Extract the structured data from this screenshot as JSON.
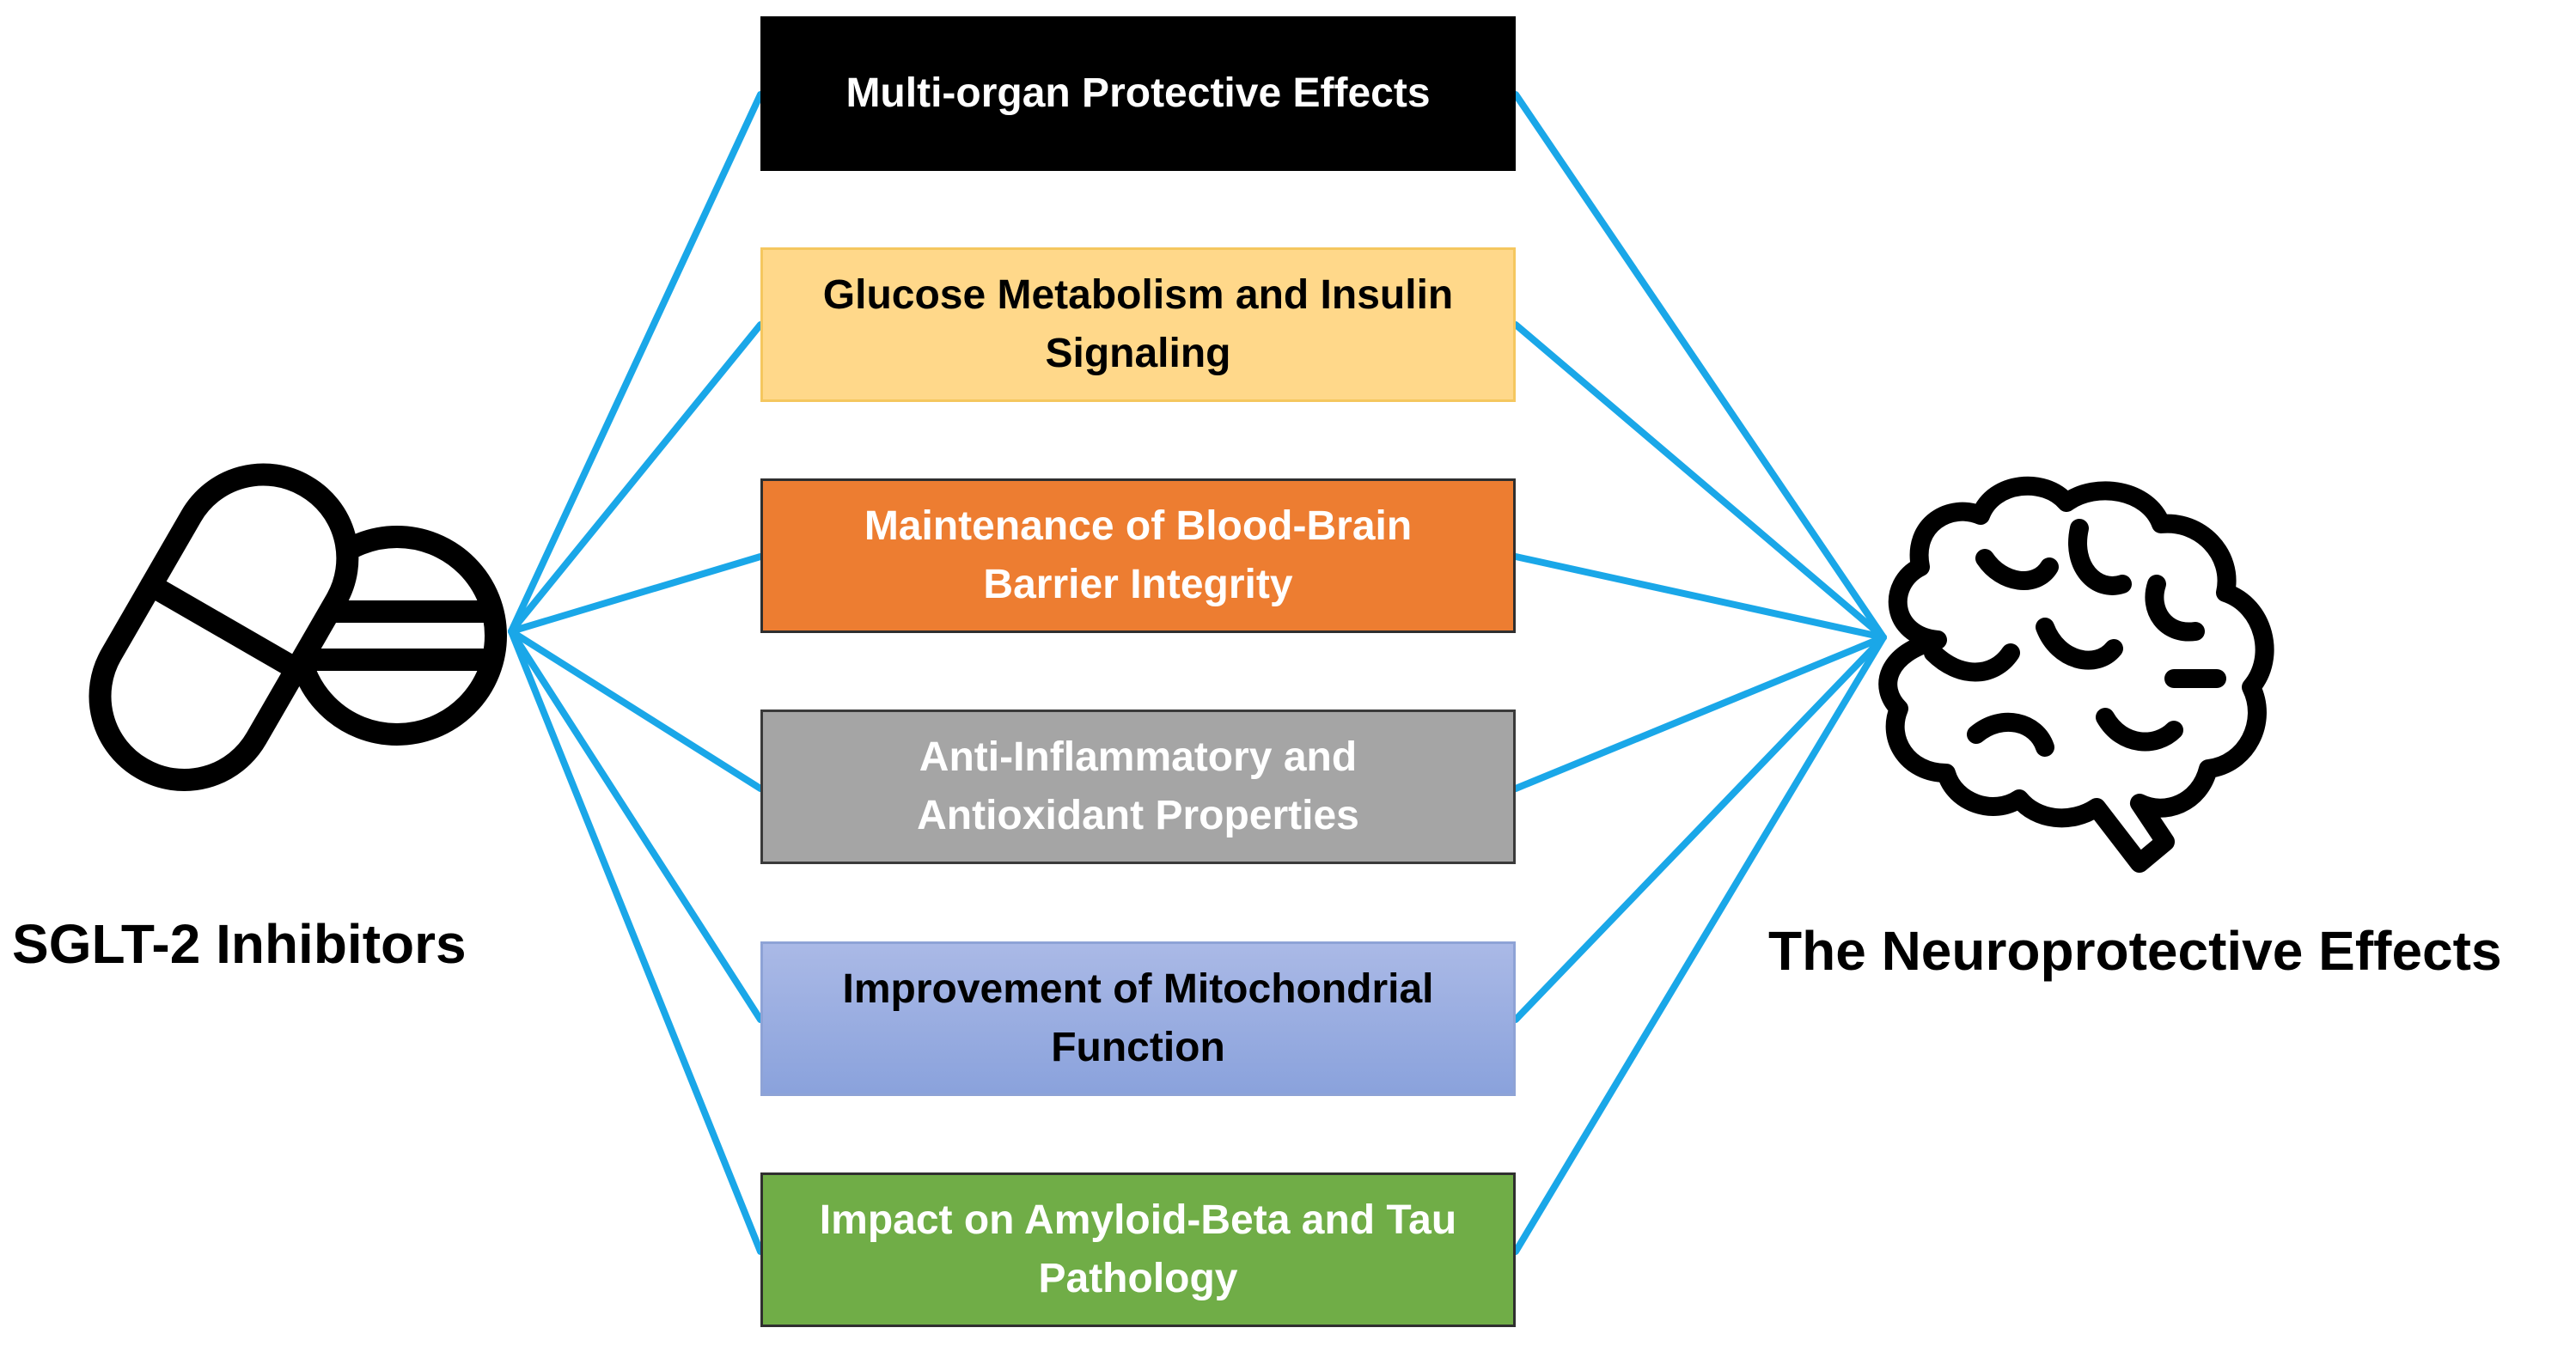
{
  "left_node": {
    "label": "SGLT-2 Inhibitors",
    "icon": "pill-tablet-icon"
  },
  "right_node": {
    "label": "The Neuroprotective Effects",
    "icon": "brain-icon"
  },
  "connector_color": "#1aa7e8",
  "mechanisms": [
    {
      "lines": [
        "Multi-organ Protective Effects"
      ],
      "fill": "#000000",
      "text_color": "#ffffff"
    },
    {
      "lines": [
        "Glucose Metabolism and Insulin",
        "Signaling"
      ],
      "fill": "#ffd88a",
      "text_color": "#000000"
    },
    {
      "lines": [
        "Maintenance of Blood-Brain",
        "Barrier Integrity"
      ],
      "fill": "#ed7d31",
      "text_color": "#ffffff"
    },
    {
      "lines": [
        "Anti-Inflammatory and",
        "Antioxidant Properties"
      ],
      "fill": "#a5a5a5",
      "text_color": "#ffffff"
    },
    {
      "lines": [
        "Improvement of Mitochondrial",
        "Function"
      ],
      "fill": "#8ea3d6",
      "text_color": "#000000"
    },
    {
      "lines": [
        "Impact on Amyloid-Beta and Tau",
        "Pathology"
      ],
      "fill": "#70ad47",
      "text_color": "#ffffff"
    }
  ]
}
